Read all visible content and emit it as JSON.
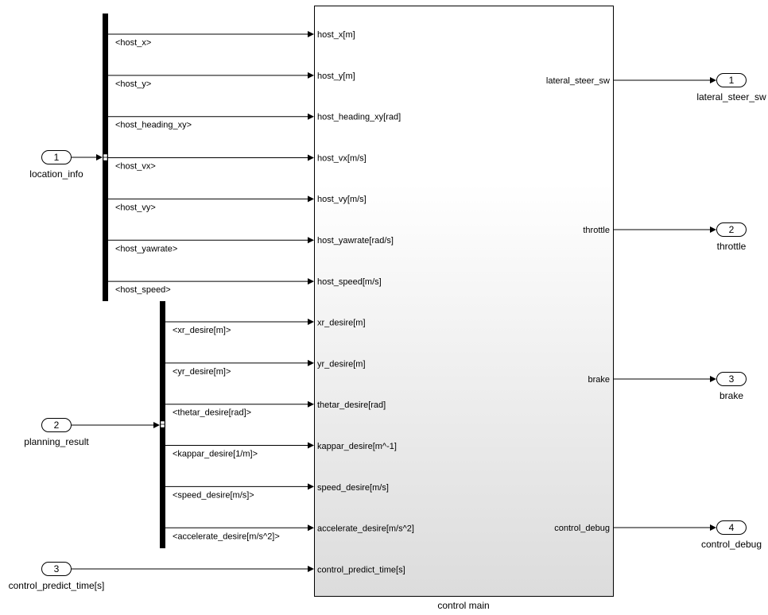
{
  "subsystem": {
    "name": "control main"
  },
  "inports": [
    {
      "number": "1",
      "name": "location_info"
    },
    {
      "number": "2",
      "name": "planning_result"
    },
    {
      "number": "3",
      "name": "control_predict_time[s]"
    }
  ],
  "buses": [
    {
      "signals": [
        "<host_x>",
        "<host_y>",
        "<host_heading_xy>",
        "<host_vx>",
        "<host_vy>",
        "<host_yawrate>",
        "<host_speed>"
      ]
    },
    {
      "signals": [
        "<xr_desire[m]>",
        "<yr_desire[m]>",
        "<thetar_desire[rad]>",
        "<kappar_desire[1/m]>",
        "<speed_desire[m/s]>",
        "<accelerate_desire[m/s^2]>"
      ]
    }
  ],
  "subsystem_inputs": [
    "host_x[m]",
    "host_y[m]",
    "host_heading_xy[rad]",
    "host_vx[m/s]",
    "host_vy[m/s]",
    "host_yawrate[rad/s]",
    "host_speed[m/s]",
    "xr_desire[m]",
    "yr_desire[m]",
    "thetar_desire[rad]",
    "kappar_desire[m^-1]",
    "speed_desire[m/s]",
    "accelerate_desire[m/s^2]",
    "control_predict_time[s]"
  ],
  "subsystem_outputs": [
    "lateral_steer_sw",
    "throttle",
    "brake",
    "control_debug"
  ],
  "outports": [
    {
      "number": "1",
      "name": "lateral_steer_sw"
    },
    {
      "number": "2",
      "name": "throttle"
    },
    {
      "number": "3",
      "name": "brake"
    },
    {
      "number": "4",
      "name": "control_debug"
    }
  ]
}
